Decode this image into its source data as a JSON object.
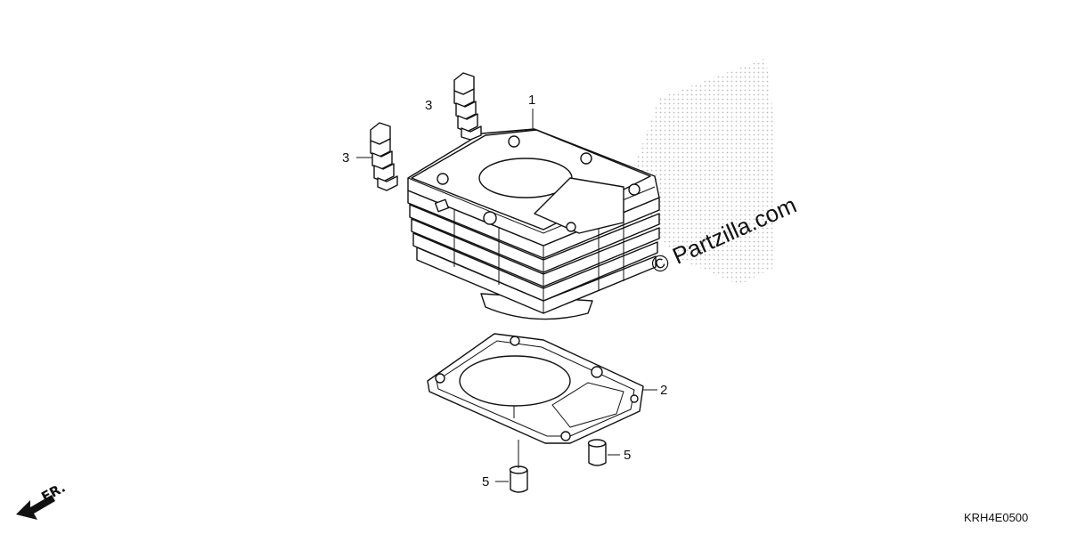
{
  "diagram": {
    "callouts": {
      "part_1": "1",
      "part_2": "2",
      "part_3_top": "3",
      "part_3_left": "3",
      "part_5_right": "5",
      "part_5_left": "5"
    },
    "watermark": "© Partzilla.com",
    "direction_label": "FR.",
    "diagram_code": "KRH4E0500",
    "icons": [
      "front-direction-arrow-icon",
      "copyright-icon"
    ],
    "colors": {
      "line": "#111111",
      "background": "#ffffff",
      "stipple": "#bdbdbd"
    }
  }
}
